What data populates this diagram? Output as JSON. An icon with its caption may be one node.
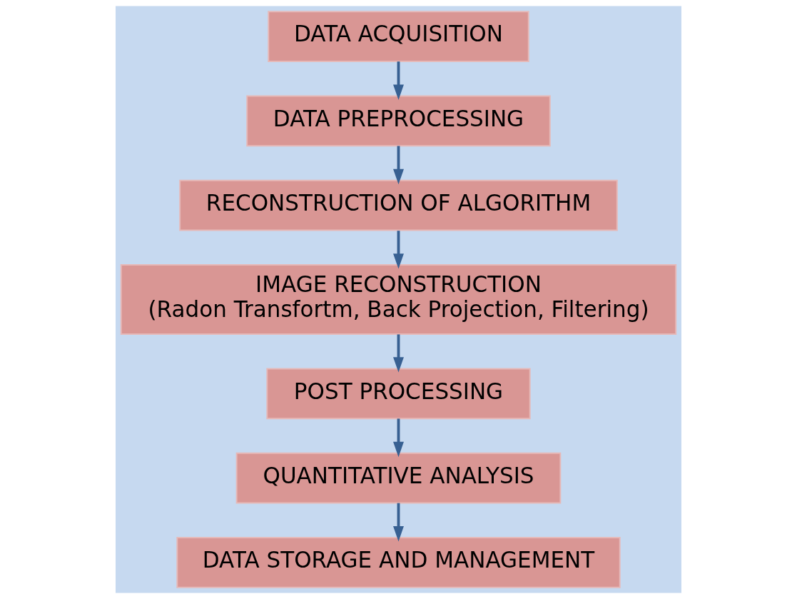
{
  "diagram": {
    "nodes": [
      {
        "text": [
          "DATA ACQUISITION"
        ]
      },
      {
        "text": [
          "DATA PREPROCESSING"
        ]
      },
      {
        "text": [
          "RECONSTRUCTION OF ALGORITHM"
        ]
      },
      {
        "text": [
          "IMAGE RECONSTRUCTION",
          "(Radon Transfortm, Back Projection, Filtering)"
        ]
      },
      {
        "text": [
          "POST PROCESSING"
        ]
      },
      {
        "text": [
          "QUANTITATIVE ANALYSIS"
        ]
      },
      {
        "text": [
          "DATA STORAGE AND MANAGEMENT"
        ]
      }
    ],
    "edges": [
      {
        "from": 0,
        "to": 1,
        "arrow": "to"
      },
      {
        "from": 1,
        "to": 2,
        "arrow": "to"
      },
      {
        "from": 2,
        "to": 3,
        "arrow": "to"
      },
      {
        "from": 3,
        "to": 4,
        "arrow": "to"
      },
      {
        "from": 4,
        "to": 5,
        "arrow": "to"
      },
      {
        "from": 5,
        "to": 6,
        "arrow": "to"
      }
    ]
  }
}
